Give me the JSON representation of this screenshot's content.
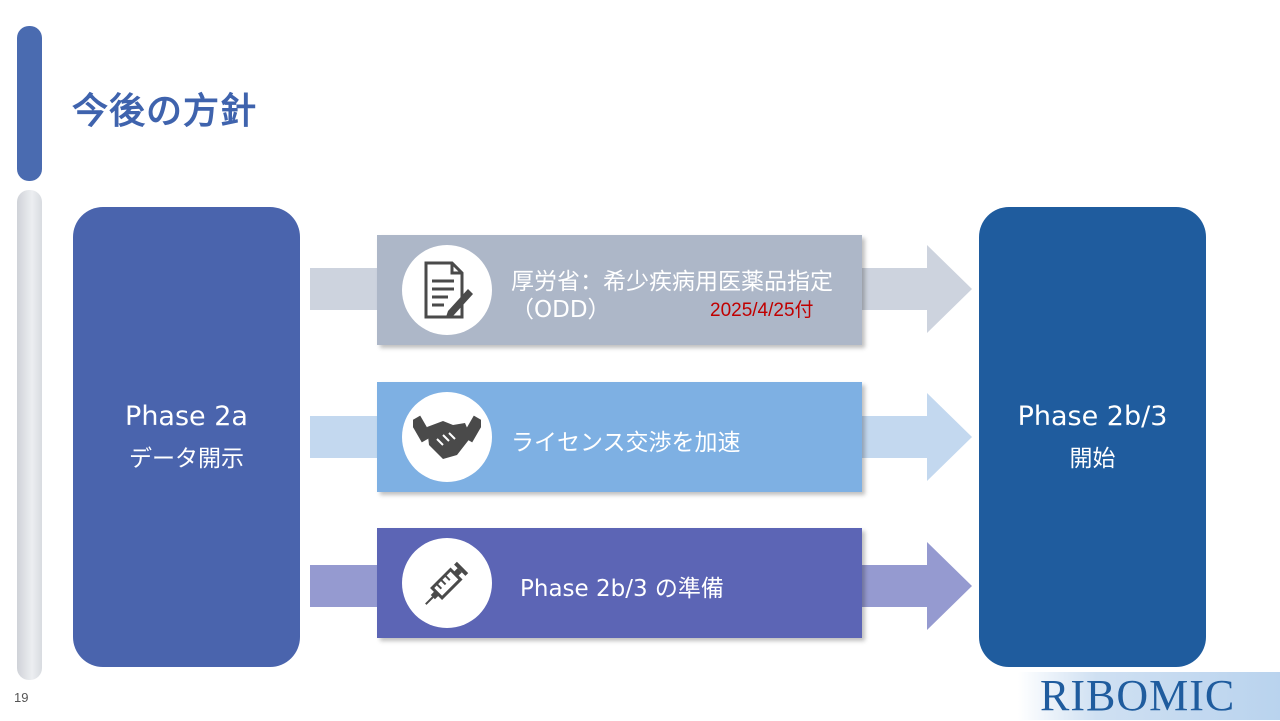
{
  "slide": {
    "title": "今後の方針",
    "page_number": "19"
  },
  "phase_left": {
    "line1": "Phase 2a",
    "line2": "データ開示"
  },
  "phase_right": {
    "line1": "Phase 2b/3",
    "line2": "開始"
  },
  "rows": [
    {
      "icon": "document-edit-icon",
      "text_line1": "厚労省：希少疾病用医薬品指定",
      "text_line2": "（ODD）",
      "date": "2025/4/25付"
    },
    {
      "icon": "handshake-icon",
      "text": "ライセンス交渉を加速"
    },
    {
      "icon": "syringe-icon",
      "text": "Phase 2b/3 の準備"
    }
  ],
  "logo": {
    "text": "RIBOMIC"
  },
  "colors": {
    "title": "#3f63ad",
    "phase_left": "#4a64ad",
    "phase_right": "#1f5c9e",
    "row1": "#adb7c8",
    "row2": "#7eb0e3",
    "row3": "#5c65b5",
    "date": "#c00000"
  }
}
